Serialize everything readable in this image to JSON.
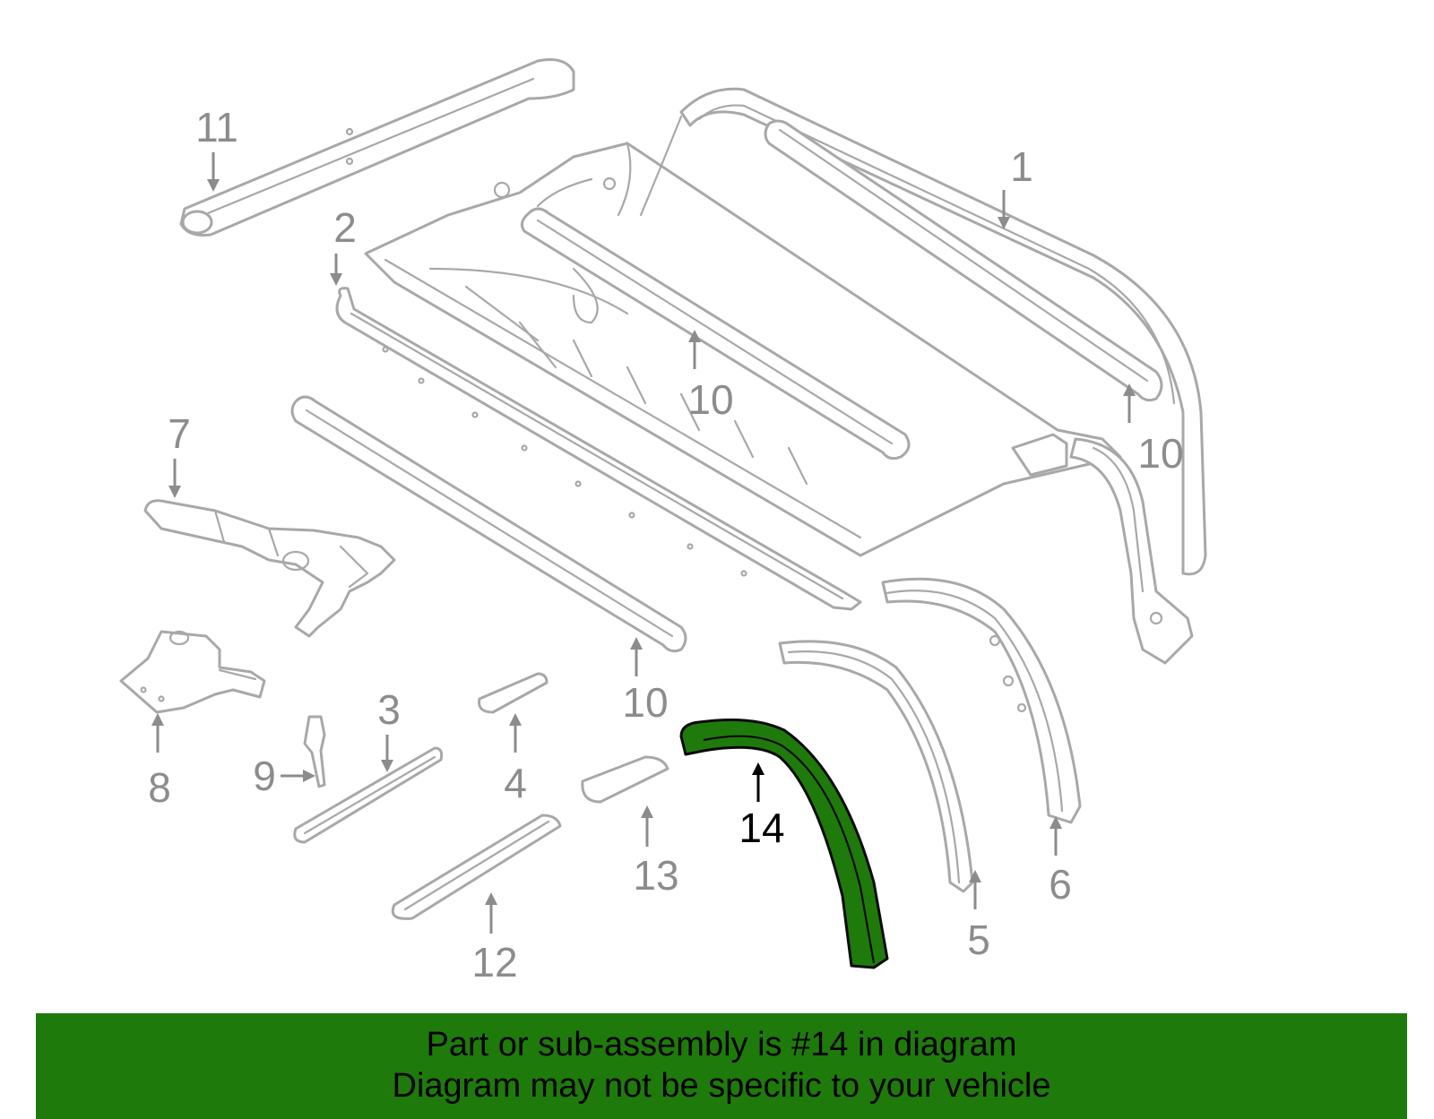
{
  "diagram": {
    "highlight_color": "#1f7a0c",
    "callouts": [
      "1",
      "2",
      "3",
      "4",
      "5",
      "6",
      "7",
      "8",
      "9",
      "10",
      "10",
      "10",
      "10",
      "11",
      "12",
      "13",
      "14"
    ],
    "highlighted_callout": "14"
  },
  "banner": {
    "line1": "Part or sub-assembly is #14 in diagram",
    "line2": "Diagram may not be specific to your vehicle"
  }
}
